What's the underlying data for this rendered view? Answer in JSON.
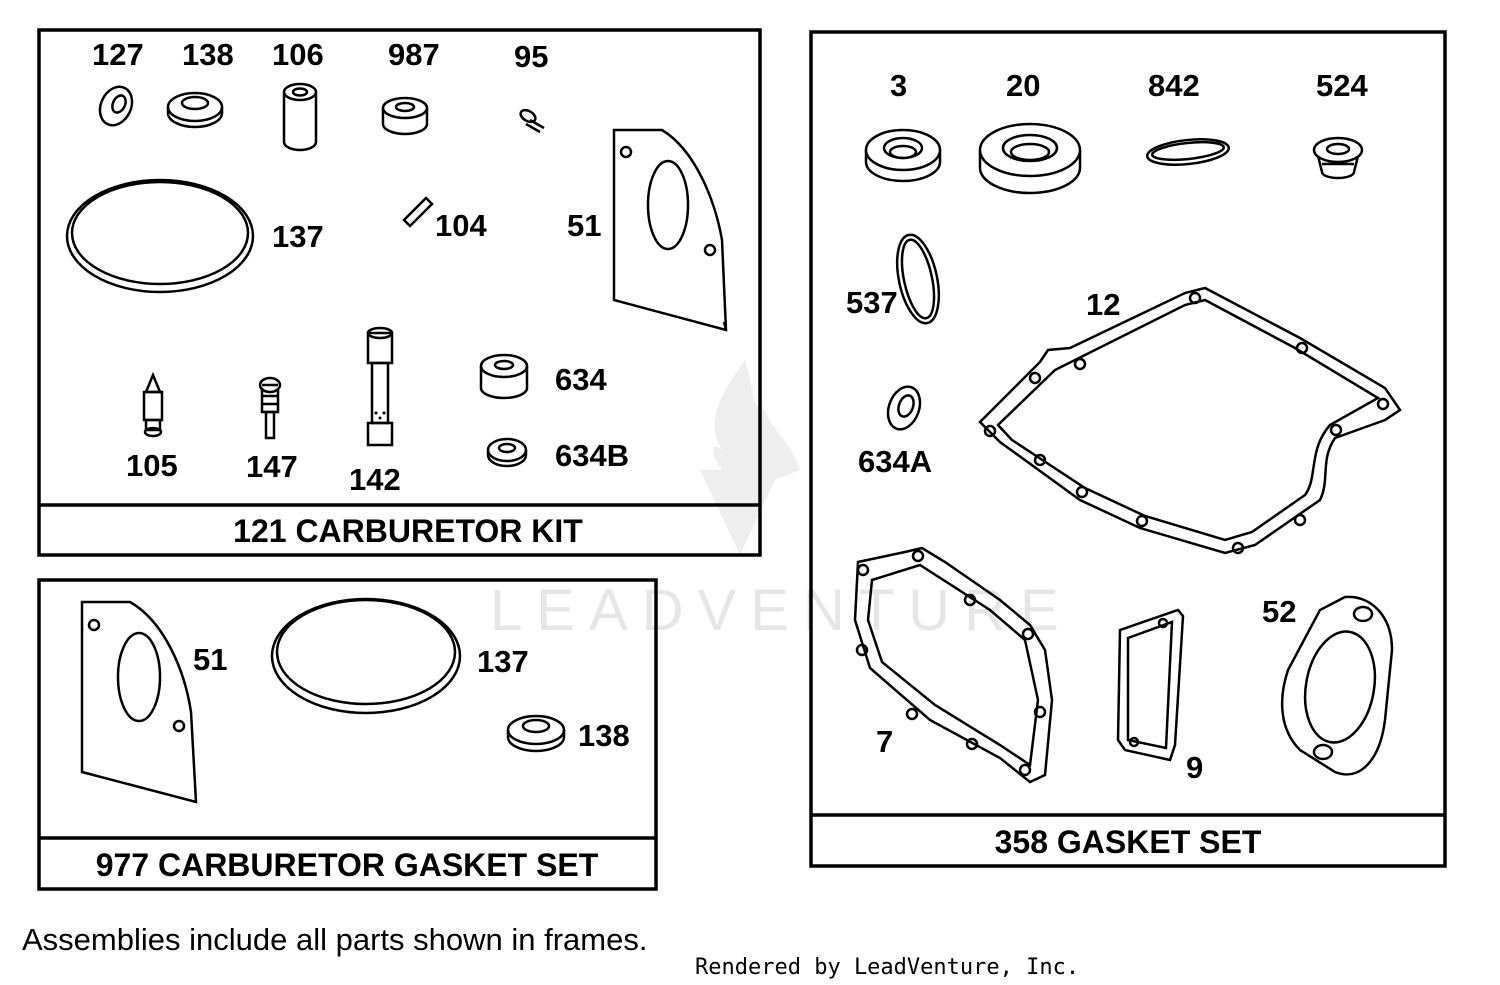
{
  "frames": {
    "carburetor_kit": {
      "title": "121 CARBURETOR KIT",
      "labels": {
        "p127": "127",
        "p138": "138",
        "p106": "106",
        "p987": "987",
        "p95": "95",
        "p137": "137",
        "p104": "104",
        "p51": "51",
        "p634": "634",
        "p634b": "634B",
        "p105": "105",
        "p147": "147",
        "p142": "142"
      }
    },
    "gasket_set_carb": {
      "title": "977 CARBURETOR GASKET SET",
      "labels": {
        "p51": "51",
        "p137": "137",
        "p138": "138"
      }
    },
    "gasket_set": {
      "title": "358 GASKET SET",
      "labels": {
        "p3": "3",
        "p20": "20",
        "p842": "842",
        "p524": "524",
        "p537": "537",
        "p12": "12",
        "p634a": "634A",
        "p7": "7",
        "p9": "9",
        "p52": "52"
      }
    }
  },
  "footnote": "Assemblies include all parts shown in frames.",
  "credit": "Rendered by LeadVenture, Inc.",
  "watermark": "LEADVENTURE"
}
